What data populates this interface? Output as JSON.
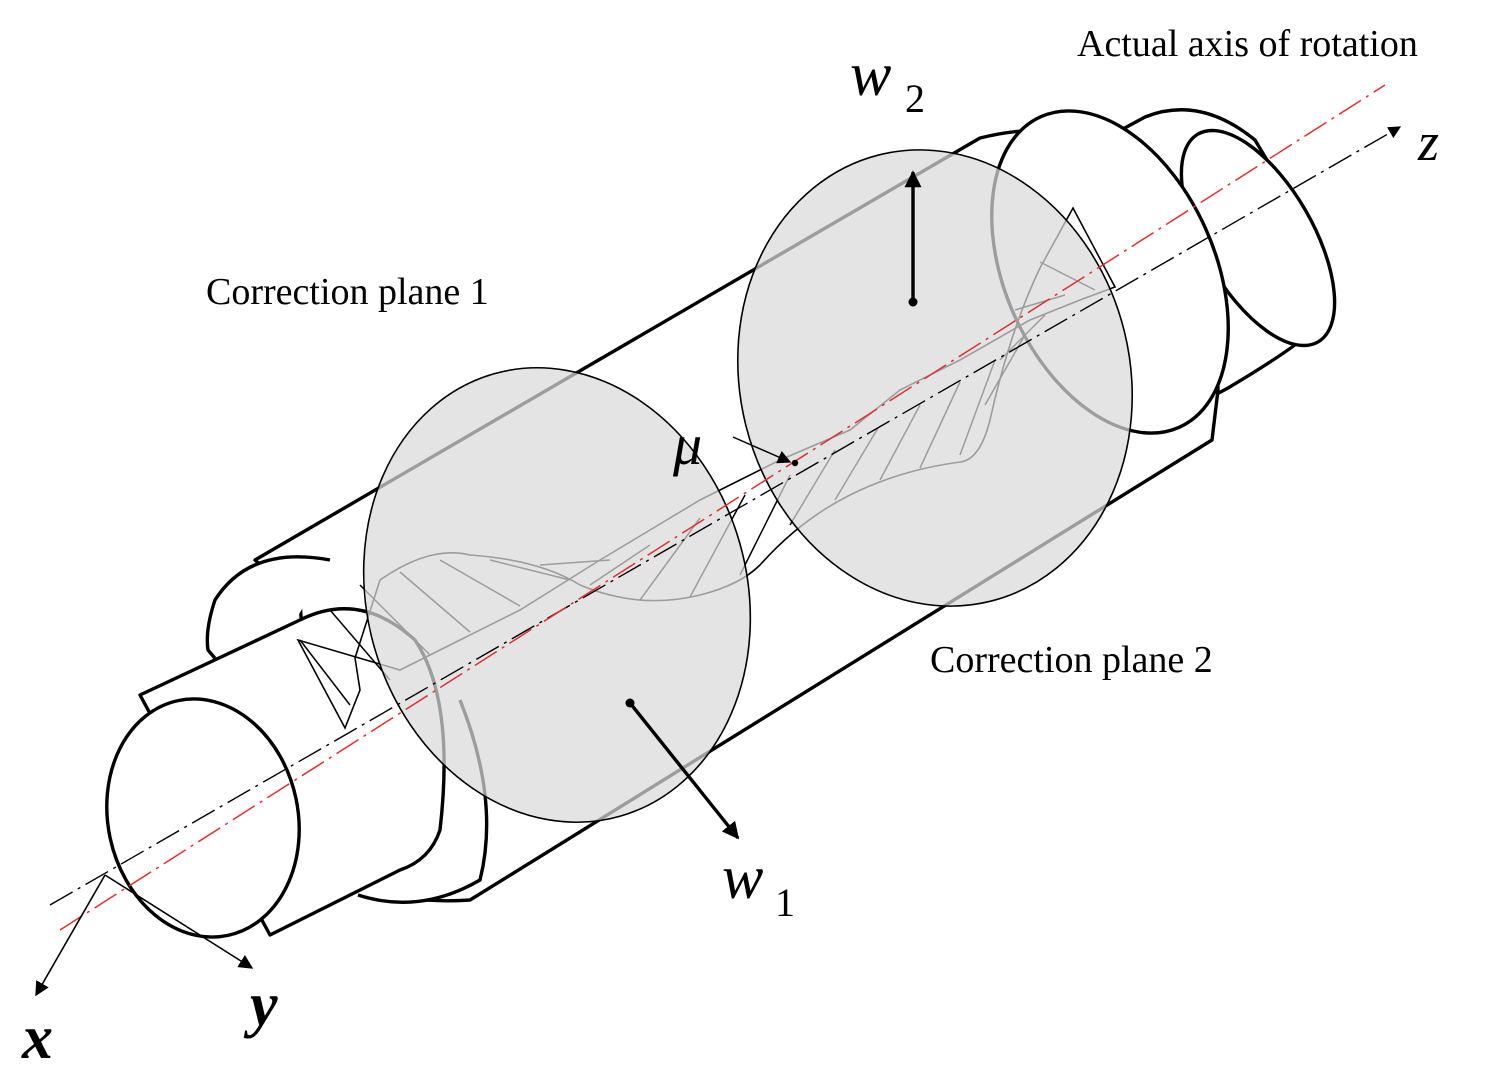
{
  "labels": {
    "actual_axis": "Actual axis of rotation",
    "plane1": "Correction plane 1",
    "plane2": "Correction plane 2",
    "mu": "μ",
    "w1_base": "w",
    "w1_sub": "1",
    "w2_base": "w",
    "w2_sub": "2",
    "x": "x",
    "y": "y",
    "z": "z"
  },
  "colors": {
    "outline": "#000000",
    "plane_fill": "#d9d9d9",
    "actual_axis": "#e0302f"
  }
}
